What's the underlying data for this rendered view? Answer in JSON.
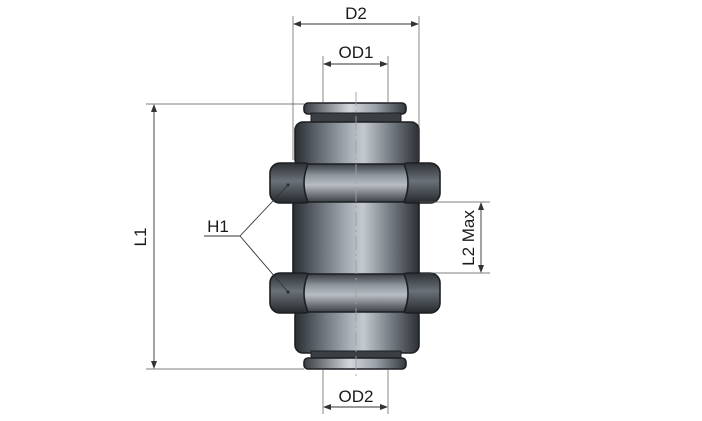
{
  "labels": {
    "d2": "D2",
    "od1": "OD1",
    "od2": "OD2",
    "l1": "L1",
    "l2": "L2 Max",
    "h1": "H1"
  },
  "colors": {
    "body_dark": "#2b2f33",
    "body_mid": "#7d848c",
    "body_light": "#c9ced3",
    "line": "#333333"
  }
}
